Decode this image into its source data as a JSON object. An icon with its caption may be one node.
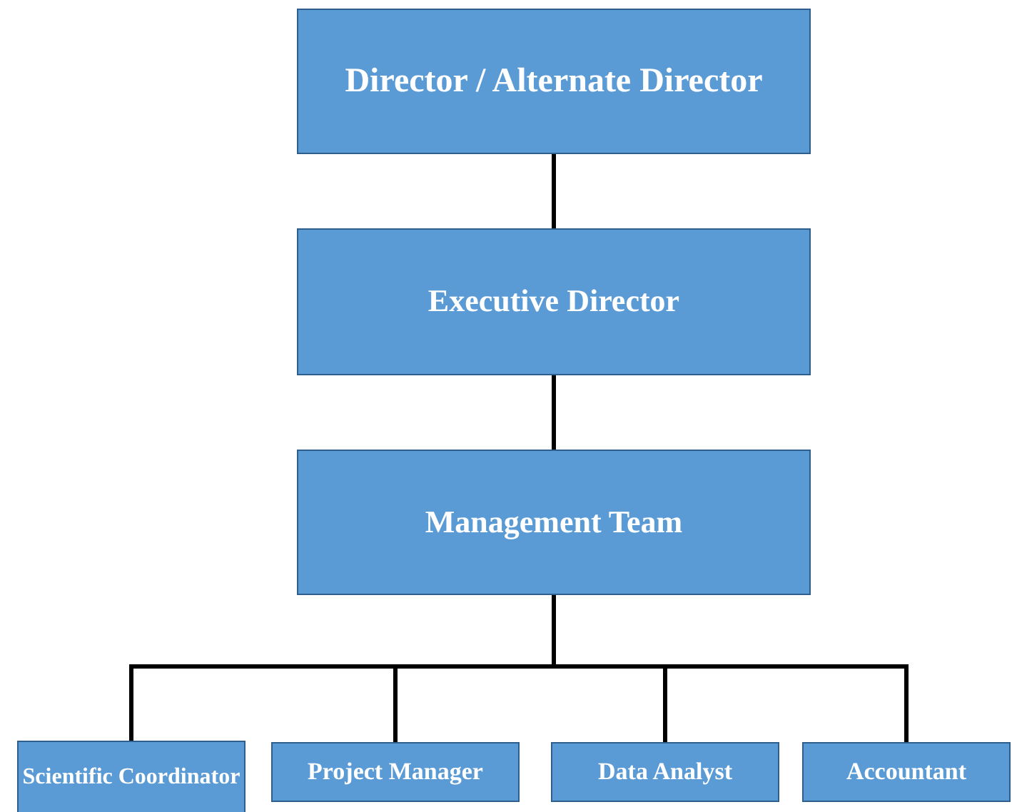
{
  "diagram": {
    "nodes": [
      {
        "text": [
          "Director / Alternate Director"
        ]
      },
      {
        "text": [
          "Executive Director"
        ]
      },
      {
        "text": [
          "Management Team"
        ]
      },
      {
        "text": [
          "Scientific Coordinator"
        ]
      },
      {
        "text": [
          "Project Manager"
        ]
      },
      {
        "text": [
          "Data Analyst"
        ]
      },
      {
        "text": [
          "Accountant"
        ]
      }
    ],
    "edges": [
      {
        "from": 0,
        "to": 1,
        "arrow": "none"
      },
      {
        "from": 1,
        "to": 2,
        "arrow": "none"
      },
      {
        "from": 2,
        "to": 3,
        "arrow": "none"
      },
      {
        "from": 2,
        "to": 4,
        "arrow": "none"
      },
      {
        "from": 2,
        "to": 5,
        "arrow": "none"
      },
      {
        "from": 2,
        "to": 6,
        "arrow": "none"
      }
    ]
  }
}
